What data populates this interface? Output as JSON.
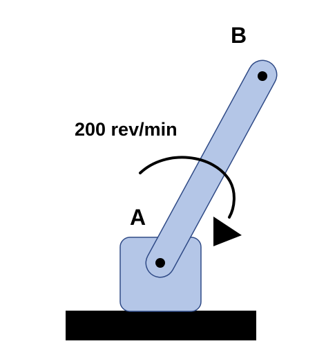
{
  "labels": {
    "point_a": "A",
    "point_b": "B",
    "angular_speed": "200 rev/min"
  },
  "colors": {
    "part_fill": "#b4c6e7",
    "part_stroke": "#2f4a86",
    "ground": "#000000",
    "pin": "#000000",
    "arrow": "#000000"
  },
  "icons": {
    "rotation": "clockwise-arrow-icon"
  }
}
